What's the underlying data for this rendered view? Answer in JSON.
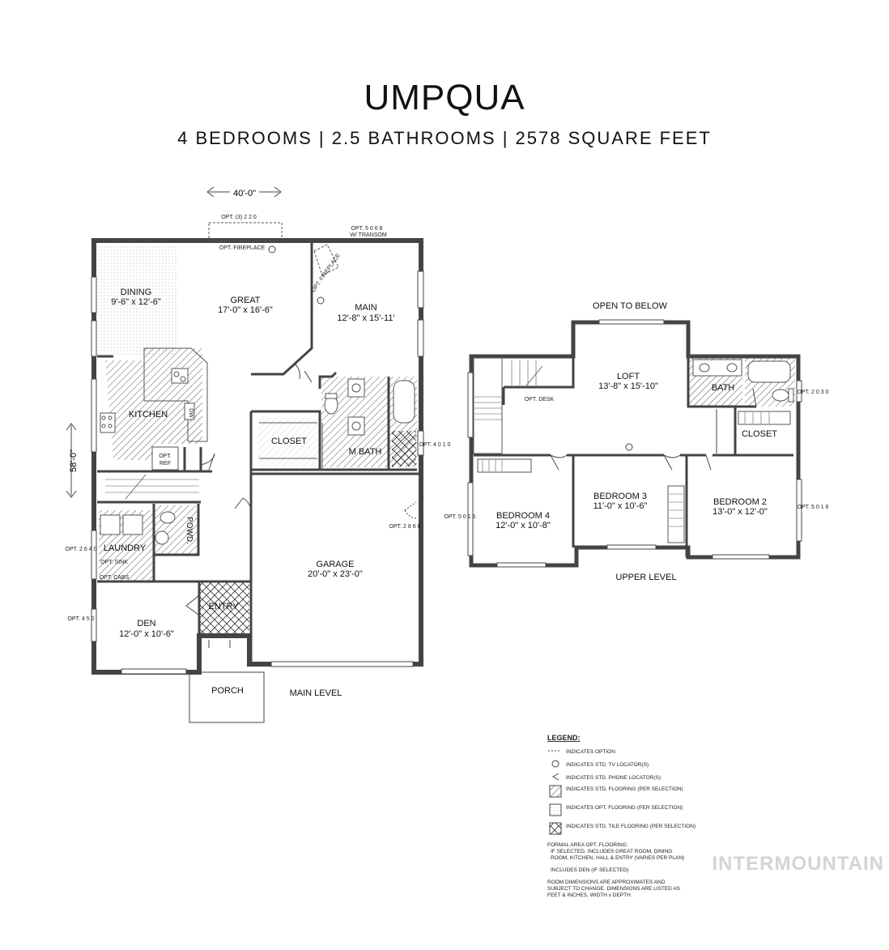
{
  "header": {
    "title": "UMPQUA",
    "subtitle": "4 BEDROOMS | 2.5 BATHROOMS | 2578 SQUARE FEET"
  },
  "main_level": {
    "label": "MAIN LEVEL",
    "width_dim": "40'-0\"",
    "depth_dim": "58'-0\"",
    "rooms": {
      "dining": {
        "name": "DINING",
        "size": "9'-6\" x 12'-6\""
      },
      "great": {
        "name": "GREAT",
        "size": "17'-0\" x 16'-6\""
      },
      "main": {
        "name": "MAIN",
        "size": "12'-8\" x 15'-11'"
      },
      "kitchen": {
        "name": "KITCHEN"
      },
      "closet": {
        "name": "CLOSET"
      },
      "mbath": {
        "name": "M BATH"
      },
      "laundry": {
        "name": "LAUNDRY"
      },
      "powder": {
        "name": "POWD."
      },
      "garage": {
        "name": "GARAGE",
        "size": "20'-0\" x 23'-0\""
      },
      "entry": {
        "name": "ENTRY"
      },
      "den": {
        "name": "DEN",
        "size": "12'-0\" x 10'-6\""
      },
      "porch": {
        "name": "PORCH"
      }
    },
    "notes": {
      "opt_windows_top": "OPT. (3) 2 2 0",
      "opt_fireplace_1": "OPT. FIREPLACE",
      "opt_fireplace_2": "OPT. FIREPLACE",
      "opt_transom_1": "OPT. 5 0 6 8",
      "opt_transom_2": "W/ TRANSOM",
      "opt_ref": "OPT.",
      "opt_ref_2": "REF",
      "dw": "DW",
      "opt_sink": "OPT. SINK",
      "opt_cabs": "OPT. CABS",
      "opt_4010": "OPT. 4 0 1 0",
      "opt_2868": "OPT. 2 8 6 8",
      "opt_2640": "OPT. 2 6 4 0",
      "opt_4050": "OPT. 4 5 0"
    }
  },
  "upper_level": {
    "label": "UPPER LEVEL",
    "open_to_below": "OPEN TO BELOW",
    "rooms": {
      "loft": {
        "name": "LOFT",
        "size": "13'-8\" x 15'-10\""
      },
      "bath": {
        "name": "BATH"
      },
      "closet": {
        "name": "CLOSET"
      },
      "bedroom4": {
        "name": "BEDROOM 4",
        "size": "12'-0\" x 10'-8\""
      },
      "bedroom3": {
        "name": "BEDROOM 3",
        "size": "11'-0\" x 10'-6\""
      },
      "bedroom2": {
        "name": "BEDROOM 2",
        "size": "13'-0\" x 12'-0\""
      }
    },
    "notes": {
      "opt_desk": "OPT. DESK",
      "opt_2030": "OPT. 2 0 3 0",
      "opt_5016_left": "OPT. 5 0 1 6",
      "opt_5016_right": "OPT. 5 0 1 6"
    }
  },
  "legend": {
    "title": "LEGEND:",
    "items": [
      {
        "symbol": "dashed-line",
        "text": "INDICATES OPTION"
      },
      {
        "symbol": "tv-icon",
        "text": "INDICATES STD. TV LOCATOR(S)"
      },
      {
        "symbol": "phone-icon",
        "text": "INDICATES STD. PHONE LOCATOR(S)"
      },
      {
        "symbol": "hatch-swatch",
        "text": "INDICATES STD. FLOORING (PER SELECTION)"
      },
      {
        "symbol": "dot-swatch",
        "text": "INDICATES OPT. FLOORING (PER SELECTION)"
      },
      {
        "symbol": "tile-swatch",
        "text": "INDICATES STD. TILE FLOORING (PER SELECTION)"
      }
    ],
    "note1_line1": "FORMAL AREA OPT. FLOORING:",
    "note1_line2": "IF SELECTED, INCLUDES GREAT ROOM, DINING",
    "note1_line3": "ROOM, KITCHEN, HALL & ENTRY (VARIES PER PLAN)",
    "note2": "INCLUDES DEN (IF SELECTED)",
    "note3_line1": "ROOM DIMENSIONS ARE APPROXIMATES AND",
    "note3_line2": "SUBJECT TO CHANGE. DIMENSIONS ARE LISTED AS",
    "note3_line3": "FEET & INCHES, WIDTH x DEPTH"
  },
  "watermark": "INTERMOUNTAIN"
}
